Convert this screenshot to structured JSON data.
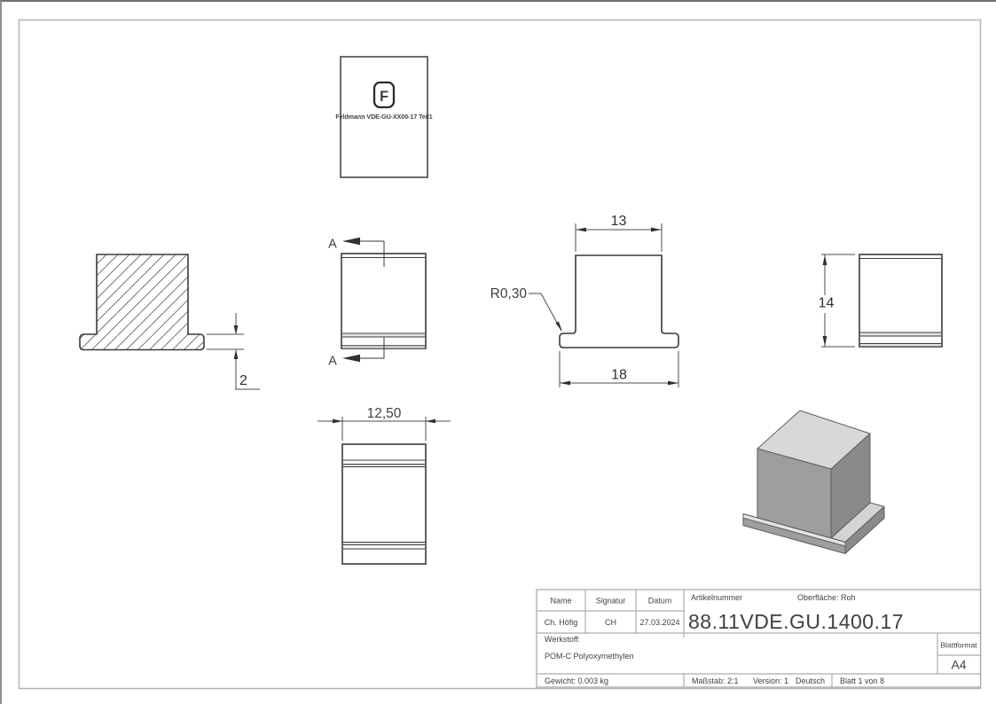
{
  "views": {
    "label_plate": {
      "logo_letter": "F",
      "title": "Feldmann VDE-GU-XX00-17 Teil1"
    },
    "dimensions": {
      "flange_thickness": "2",
      "top_width": "13",
      "flange_width": "18",
      "fillet_radius": "R0,30",
      "height": "14",
      "depth": "12,50"
    },
    "section_label_top": "A",
    "section_label_bottom": "A"
  },
  "title_block": {
    "headers": {
      "name": "Name",
      "signature": "Signatur",
      "date": "Datum"
    },
    "values": {
      "name": "Ch. Höfig",
      "signature": "CH",
      "date": "27.03.2024"
    },
    "article_label": "Artikelnummer",
    "surface": "Oberfläche:  Roh",
    "article_number": "88.11VDE.GU.1400.17",
    "material_label": "Werkstoff:",
    "material": "POM-C Polyoxymethylen",
    "sheet_format_label": "Blattformat",
    "sheet_format": "A4",
    "weight": "Gewicht: 0.003 kg",
    "scale": "Maßstab: 2:1",
    "version": "Version: 1",
    "language": "Deutsch",
    "sheet_info": "Blatt 1 von 8"
  },
  "colors": {
    "drawing_line": "#3a3a3a",
    "dimension_line": "#4c4c4c",
    "frame": "#b2b2b2",
    "title_grid": "#acacac",
    "iso_top_face": "#d8d8d8",
    "iso_front_face": "#9e9e9e",
    "iso_right_face": "#8a8a8a",
    "iso_highlight": "#e6e6e6"
  }
}
